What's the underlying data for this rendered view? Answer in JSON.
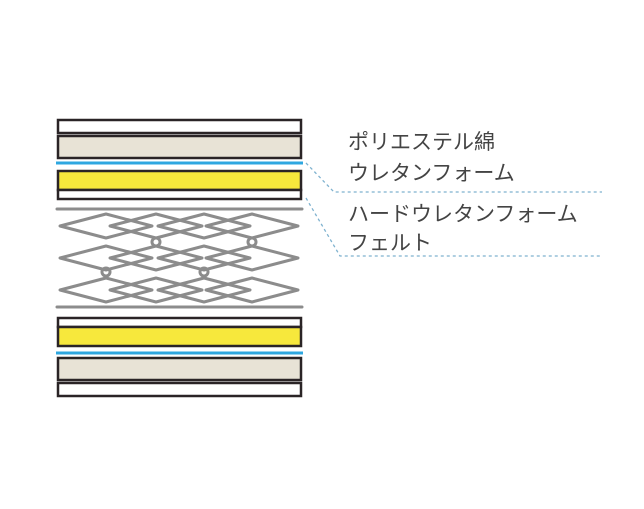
{
  "labels": {
    "polyester_cotton": "ポリエステル綿",
    "urethane_foam": "ウレタンフォーム",
    "hard_urethane_foam": "ハードウレタンフォーム",
    "felt": "フェルト"
  },
  "colors": {
    "outline": "#2a2426",
    "beige_layer": "#e8e3d6",
    "blue_line": "#2ea7e0",
    "yellow_layer": "#f7e83c",
    "spring_gray": "#8c8c8c",
    "leader_line": "#7fb2cf",
    "text": "#444444"
  }
}
